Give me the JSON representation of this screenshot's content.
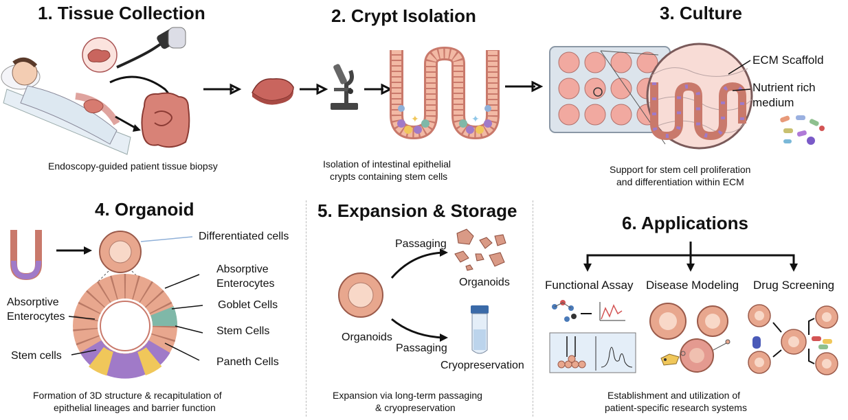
{
  "steps": {
    "s1": {
      "title": "1. Tissue Collection",
      "caption": "Endoscopy-guided patient tissue biopsy"
    },
    "s2": {
      "title": "2. Crypt Isolation",
      "caption_l1": "Isolation of intestinal epithelial",
      "caption_l2": "crypts containing stem cells"
    },
    "s3": {
      "title": "3. Culture",
      "caption_l1": "Support for stem cell proliferation",
      "caption_l2": "and differentiation within ECM",
      "label_ecm": "ECM Scaffold",
      "label_nutrient_l1": "Nutrient rich",
      "label_nutrient_l2": "medium"
    },
    "s4": {
      "title": "4. Organoid",
      "caption_l1": "Formation of 3D structure & recapitulation of",
      "caption_l2": "epithelial lineages and barrier function",
      "label_diff": "Differentiated cells",
      "label_abs_right_l1": "Absorptive",
      "label_abs_right_l2": "Enterocytes",
      "label_abs_left_l1": "Absorptive",
      "label_abs_left_l2": "Enterocytes",
      "label_goblet": "Goblet Cells",
      "label_stem": "Stem Cells",
      "label_paneth": "Paneth Cells",
      "label_stem_left": "Stem cells"
    },
    "s5": {
      "title": "5. Expansion & Storage",
      "caption_l1": "Expansion via long-term passaging",
      "caption_l2": "& cryopreservation",
      "label_passaging_top": "Passaging",
      "label_passaging_bottom": "Passaging",
      "label_organoids_top": "Organoids",
      "label_organoids_left": "Organoids",
      "label_cryo": "Cryopreservation"
    },
    "s6": {
      "title": "6. Applications",
      "caption_l1": "Establishment and utilization of",
      "caption_l2": "patient-specific research systems",
      "app1": "Functional Assay",
      "app2": "Disease Modeling",
      "app3": "Drug Screening"
    }
  },
  "colors": {
    "tissue": "#c9655e",
    "cell": "#e8a78e",
    "stem": "#a07ac8",
    "paneth": "#f0c75a",
    "goblet": "#7fb8a8",
    "plate": "#f1a9a0"
  }
}
